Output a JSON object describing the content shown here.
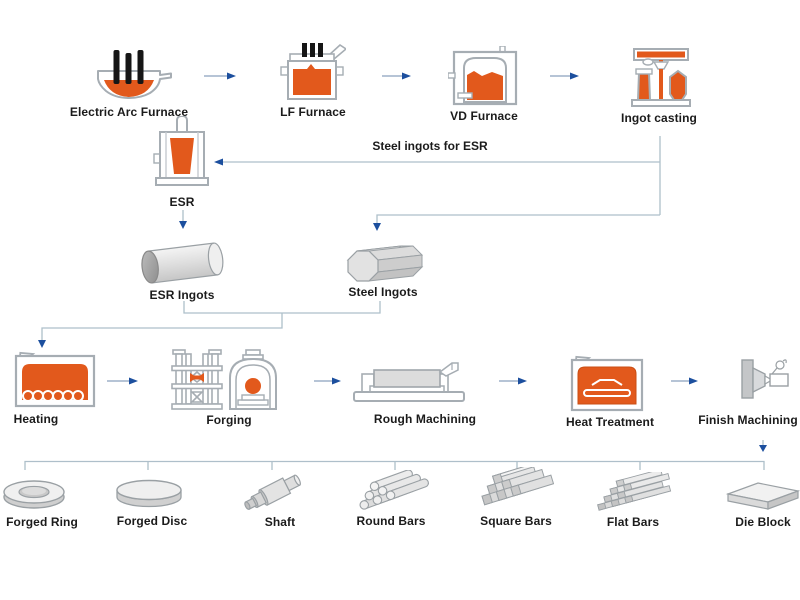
{
  "colors": {
    "molten_orange": "#E2591C",
    "arrow_blue": "#1C4F9E",
    "connector_gray": "#AEBFCA",
    "outline_gray": "#A6ADB3",
    "label_black": "#1B1B1B"
  },
  "diagram": {
    "melting": [
      {
        "label": "Electric Arc Furnace",
        "icon": "electric-arc-furnace-icon"
      },
      {
        "label": "LF Furnace",
        "icon": "lf-furnace-icon"
      },
      {
        "label": "VD Furnace",
        "icon": "vd-furnace-icon"
      },
      {
        "label": "Ingot casting",
        "icon": "ingot-casting-icon"
      }
    ],
    "esr_feed_label": "Steel ingots for ESR",
    "esr": {
      "label": "ESR",
      "icon": "esr-furnace-icon"
    },
    "ingots": [
      {
        "label": "ESR Ingots",
        "icon": "esr-ingot-icon"
      },
      {
        "label": "Steel Ingots",
        "icon": "steel-ingot-icon"
      }
    ],
    "processing": [
      {
        "label": "Heating",
        "icon": "heating-furnace-icon"
      },
      {
        "label": "Forging",
        "icon": "forging-press-icon"
      },
      {
        "label": "Rough Machining",
        "icon": "lathe-icon"
      },
      {
        "label": "Heat Treatment",
        "icon": "heat-treatment-furnace-icon"
      },
      {
        "label": "Finish Machining",
        "icon": "finish-machining-icon"
      }
    ],
    "products": [
      {
        "label": "Forged Ring",
        "icon": "forged-ring-icon"
      },
      {
        "label": "Forged Disc",
        "icon": "forged-disc-icon"
      },
      {
        "label": "Shaft",
        "icon": "shaft-icon"
      },
      {
        "label": "Round Bars",
        "icon": "round-bars-icon"
      },
      {
        "label": "Square Bars",
        "icon": "square-bars-icon"
      },
      {
        "label": "Flat Bars",
        "icon": "flat-bars-icon"
      },
      {
        "label": "Die Block",
        "icon": "die-block-icon"
      }
    ]
  }
}
